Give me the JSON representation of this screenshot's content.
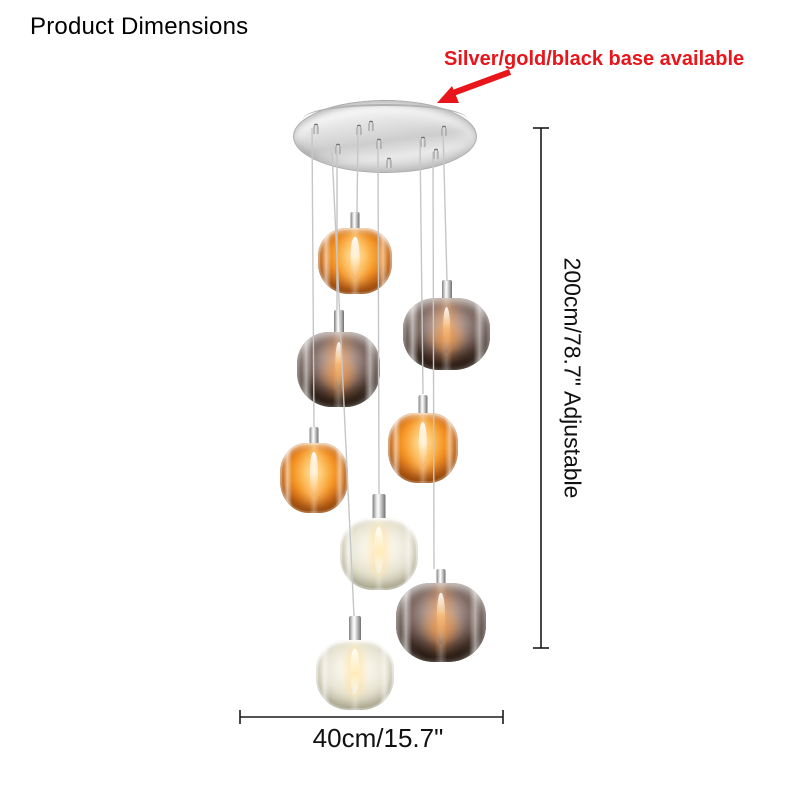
{
  "page": {
    "title": "Product Dimensions"
  },
  "annotation": {
    "text": "Silver/gold/black base available",
    "color": "#e8151a"
  },
  "dimensions": {
    "height_label": "200cm/78.7\" Adjustable",
    "width_label": "40cm/15.7\""
  },
  "fixture": {
    "pendant_count": 8,
    "canopy_finish": "silver",
    "cable_color": "#c6c6c6",
    "shade_colors": {
      "amber": "#ee921f",
      "smoke": "#77615c",
      "champagne": "#e9e6d6"
    },
    "pendants": [
      {
        "type": "amber"
      },
      {
        "type": "smoke"
      },
      {
        "type": "smoke"
      },
      {
        "type": "amber"
      },
      {
        "type": "amber"
      },
      {
        "type": "champagne"
      },
      {
        "type": "smoke"
      },
      {
        "type": "champagne"
      }
    ]
  }
}
